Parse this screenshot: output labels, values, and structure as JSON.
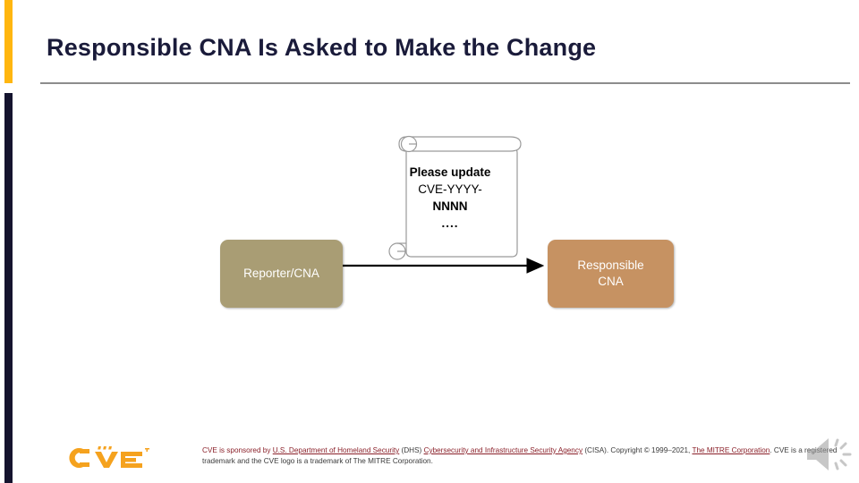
{
  "slide": {
    "title": "Responsible CNA Is Asked to Make the Change"
  },
  "theme": {
    "accent_top": "#FFB610",
    "accent_bottom": "#15142E",
    "title_color": "#1A1B3A",
    "rule_color": "#8C8C8C",
    "reporter_box_color": "#A99D74",
    "responsible_box_color": "#C69262",
    "footer_link_color": "#8A2029",
    "logo_color": "#F5A21E"
  },
  "diagram": {
    "scroll_note": {
      "line1": "Please update",
      "line2": "CVE-YYYY-",
      "line3": "NNNN",
      "line4": "...."
    },
    "nodes": [
      {
        "id": "reporter",
        "label": "Reporter/CNA"
      },
      {
        "id": "responsible",
        "label_line1": "Responsible",
        "label_line2": "CNA"
      }
    ],
    "connector": {
      "from": "reporter",
      "to": "responsible",
      "direction": "right"
    }
  },
  "footer": {
    "logo_alt": "cve-logo",
    "logo_text": "CVE",
    "logo_tm": "™",
    "line1_prefix": "CVE is sponsored by ",
    "link_dhs": "U.S. Department of Homeland Security",
    "line1_mid": " (DHS) ",
    "link_cisa": "Cybersecurity and Infrastructure Security Agency",
    "line1_suffix": " (CISA). Copyright © 1999–2021, ",
    "link_mitre": "The MITRE Corporation",
    "line2_suffix": ". CVE is a registered trademark and the CVE logo is a trademark of The MITRE Corporation.",
    "speaker_icon": "speaker-icon"
  }
}
